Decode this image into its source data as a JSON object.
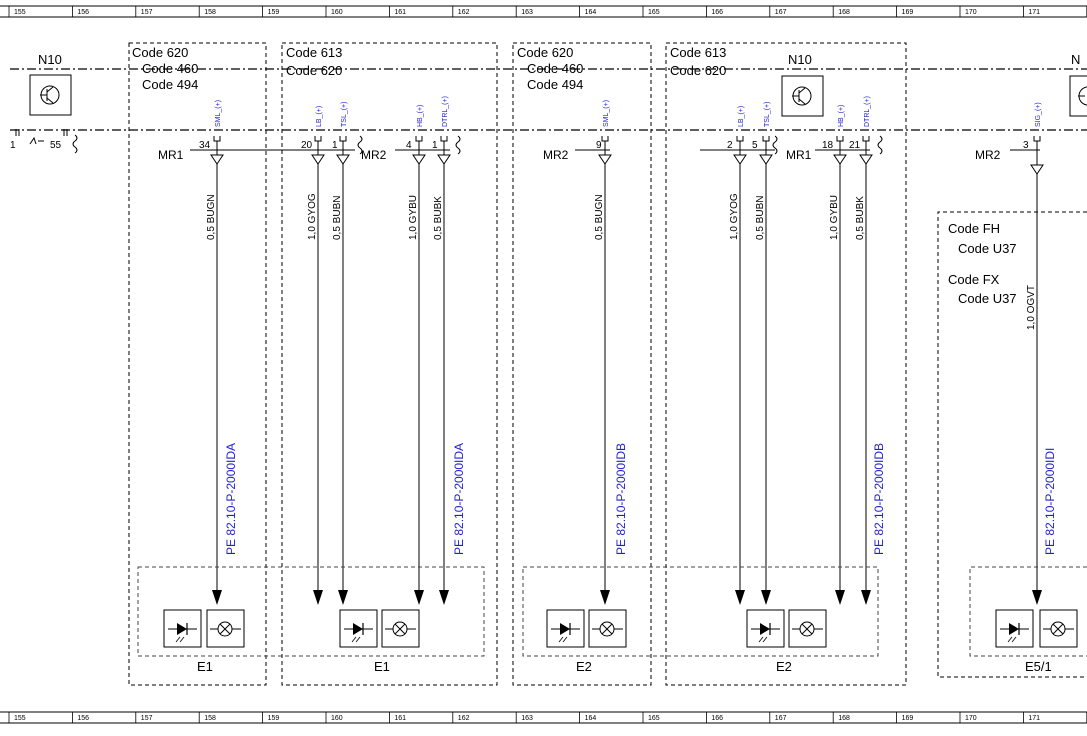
{
  "grid_numbers": [
    "155",
    "156",
    "157",
    "158",
    "159",
    "160",
    "161",
    "162",
    "163",
    "164",
    "165",
    "166",
    "167",
    "168",
    "169",
    "170",
    "171"
  ],
  "components": {
    "n10_left": "N10",
    "n10_right": "N10",
    "n10_far": "N",
    "e1_a": "E1",
    "e1_b": "E1",
    "e2_a": "E2",
    "e2_b": "E2",
    "e5": "E5/1"
  },
  "code_boxes": {
    "box1": [
      "Code 620",
      "Code 460",
      "Code 494"
    ],
    "box2": [
      "Code 613",
      "Code 620"
    ],
    "box3": [
      "Code 620",
      "Code 460",
      "Code 494"
    ],
    "box4": [
      "Code 613",
      "Code 620"
    ],
    "box5": [
      "Code FH",
      "Code U37",
      "Code FX",
      "Code U37"
    ]
  },
  "connectors": {
    "mr1_a": "MR1",
    "mr2_a": "MR2",
    "mr2_b": "MR2",
    "mr1_b": "MR1",
    "mr2_c": "MR2"
  },
  "left_pins": {
    "p1": "1",
    "p55": "55"
  },
  "wires": [
    {
      "pin": "34",
      "signal": "SML_(+)",
      "wire": "0,5 BUGN"
    },
    {
      "pin": "20",
      "signal": "LB_(+)",
      "wire": "1,0 GYOG"
    },
    {
      "pin": "1",
      "signal": "TSL_(+)",
      "wire": "0,5 BUBN"
    },
    {
      "pin": "4",
      "signal": "HB_(+)",
      "wire": "1,0 GYBU"
    },
    {
      "pin": "1",
      "signal": "DTRL_(+)",
      "wire": "0,5 BUBK"
    },
    {
      "pin": "9",
      "signal": "SML_(+)",
      "wire": "0,5 BUGN"
    },
    {
      "pin": "2",
      "signal": "LB_(+)",
      "wire": "1,0 GYOG"
    },
    {
      "pin": "5",
      "signal": "TSL_(+)",
      "wire": "0,5 BUBN"
    },
    {
      "pin": "18",
      "signal": "HB_(+)",
      "wire": "1,0 GYBU"
    },
    {
      "pin": "21",
      "signal": "DTRL_(+)",
      "wire": "0,5 BUBK"
    },
    {
      "pin": "3",
      "signal": "SIG_(+)",
      "wire": "1,0 OGVT"
    }
  ],
  "references": {
    "ref1": "PE 82.10-P-2000IDA",
    "ref2": "PE 82.10-P-2000IDA",
    "ref3": "PE 82.10-P-2000IDB",
    "ref4": "PE 82.10-P-2000IDB",
    "ref5": "PE 82.10-P-2000IDI"
  }
}
